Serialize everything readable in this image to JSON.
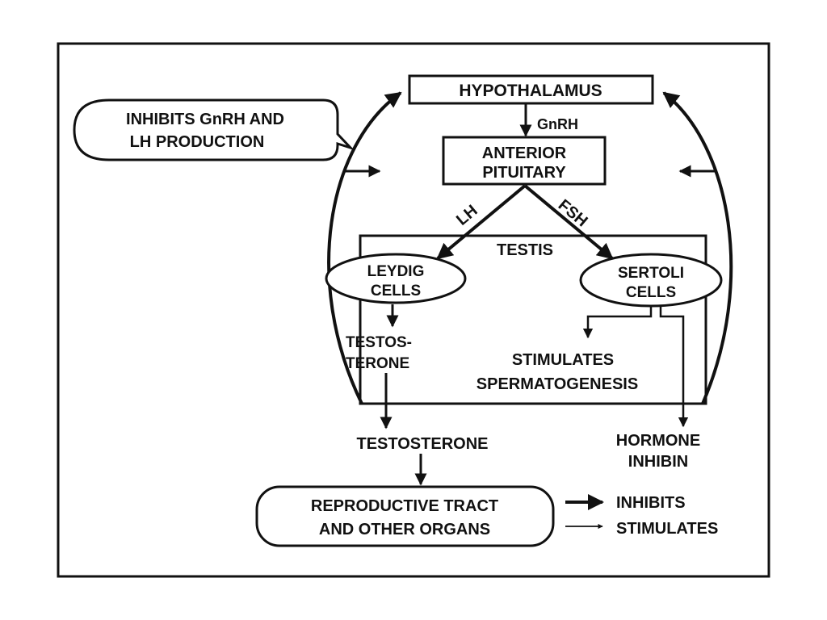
{
  "diagram": {
    "nodes": {
      "hypothalamus": "HYPOTHALAMUS",
      "anterior_pituitary_line1": "ANTERIOR",
      "anterior_pituitary_line2": "PITUITARY",
      "testis": "TESTIS",
      "leydig_line1": "LEYDIG",
      "leydig_line2": "CELLS",
      "sertoli_line1": "SERTOLI",
      "sertoli_line2": "CELLS",
      "testosterone_inner_line1": "TESTOS-",
      "testosterone_inner_line2": "TERONE",
      "stimulates_line1": "STIMULATES",
      "stimulates_line2": "SPERMATOGENESIS",
      "testosterone": "TESTOSTERONE",
      "inhibin_line1": "HORMONE",
      "inhibin_line2": "INHIBIN",
      "repro_line1": "REPRODUCTIVE TRACT",
      "repro_line2": "AND OTHER ORGANS",
      "inhibits_callout_line1": "INHIBITS GnRH AND",
      "inhibits_callout_line2": "LH PRODUCTION"
    },
    "edges": {
      "gnrh": "GnRH",
      "lh": "LH",
      "fsh": "FSH"
    },
    "legend": {
      "inhibits": "INHIBITS",
      "stimulates": "STIMULATES"
    }
  }
}
